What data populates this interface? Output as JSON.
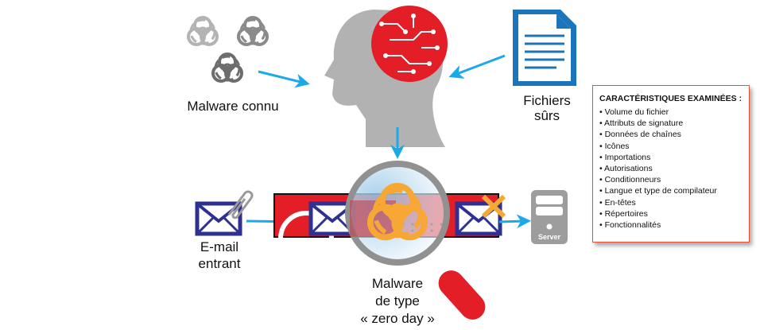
{
  "labels": {
    "known_malware": "Malware connu",
    "safe_files_line1": "Fichiers",
    "safe_files_line2": "sûrs",
    "incoming_email_line1": "E-mail",
    "incoming_email_line2": "entrant",
    "zero_day_line1": "Malware",
    "zero_day_line2": "de type",
    "zero_day_line3": "« zero day »",
    "server": "Server"
  },
  "features_box": {
    "title": "CARACTÉRISTIQUES EXAMINÉES :",
    "items": [
      "Volume du fichier",
      "Attributs de signature",
      "Données de chaînes",
      "Icônes",
      "Importations",
      "Autorisations",
      "Conditionneurs",
      "Langue et type de compilateur",
      "En-têtes",
      "Répertoires",
      "Fonctionnalités"
    ]
  },
  "colors": {
    "arrow": "#1ca9e8",
    "brain": "#e41e26",
    "envelope": "#2e3192",
    "biohazard": "#f7a733",
    "document": "#1b75bb",
    "box_border": "#e8503a"
  }
}
